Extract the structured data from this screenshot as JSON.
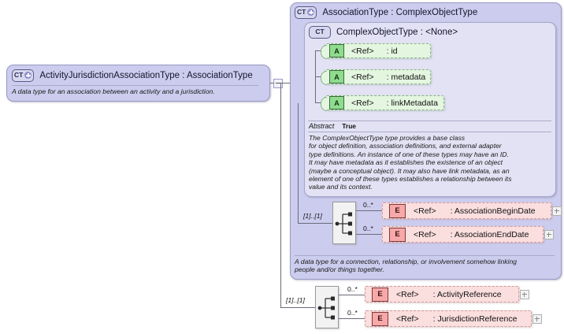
{
  "diagram": {
    "kind": "xsd-schema-diagram",
    "colors": {
      "complex_type_fill": "#ccccee",
      "complex_type_inner_fill": "#e2e2f4",
      "attribute_fill": "#e4f6e0",
      "attribute_badge": "#8fdc8f",
      "element_fill": "#fbdede",
      "element_badge": "#f7a8a8",
      "sequence_fill": "#f2f2f2",
      "line": "#6b6b7a"
    }
  },
  "root_type": {
    "badge": "CT",
    "badge_icon": "ct-plus-icon",
    "title": "ActivityJurisdictionAssociationType : AssociationType",
    "documentation": "A data type for an association between an activity and a jurisdiction.",
    "collapse_icon": "minus-box-icon"
  },
  "association_type": {
    "badge": "CT",
    "badge_icon": "ct-plus-icon",
    "title": "AssociationType : ComplexObjectType",
    "documentation": "A data type for a connection, relationship, or involvement somehow linking\npeople and/or things together."
  },
  "complex_object_type": {
    "badge": "CT",
    "badge_icon": "ct-icon",
    "title": "ComplexObjectType : <None>",
    "abstract_label": "Abstract",
    "abstract_value": "True",
    "documentation": "The ComplexObjectType type provides a base class\nfor object definition, association definitions, and external adapter\ntype definitions. An instance of one of these types may have an ID.\nIt may have metadata as it establishes the existence of an object\n(maybe a conceptual object). It may also have link metadata, as an\nelement of one of these types establishes a relationship between its\nvalue and its context.",
    "attributes": [
      {
        "badge": "A",
        "ref": "<Ref>",
        "name": ": id"
      },
      {
        "badge": "A",
        "ref": "<Ref>",
        "name": ": metadata"
      },
      {
        "badge": "A",
        "ref": "<Ref>",
        "name": ": linkMetadata"
      }
    ]
  },
  "association_sequence": {
    "compositor": "sequence",
    "cardinality": "[1]..[1]",
    "elements": [
      {
        "badge": "E",
        "ref": "<Ref>",
        "name": ": AssociationBeginDate",
        "occurrence": "0..*",
        "expand": "plus-box-icon"
      },
      {
        "badge": "E",
        "ref": "<Ref>",
        "name": ": AssociationEndDate",
        "occurrence": "0..*",
        "expand": "plus-box-icon"
      }
    ]
  },
  "root_sequence": {
    "compositor": "sequence",
    "cardinality": "[1]..[1]",
    "elements": [
      {
        "badge": "E",
        "ref": "<Ref>",
        "name": ": ActivityReference",
        "occurrence": "0..*",
        "expand": "plus-box-icon"
      },
      {
        "badge": "E",
        "ref": "<Ref>",
        "name": ": JurisdictionReference",
        "occurrence": "0..*",
        "expand": "plus-box-icon"
      }
    ]
  }
}
